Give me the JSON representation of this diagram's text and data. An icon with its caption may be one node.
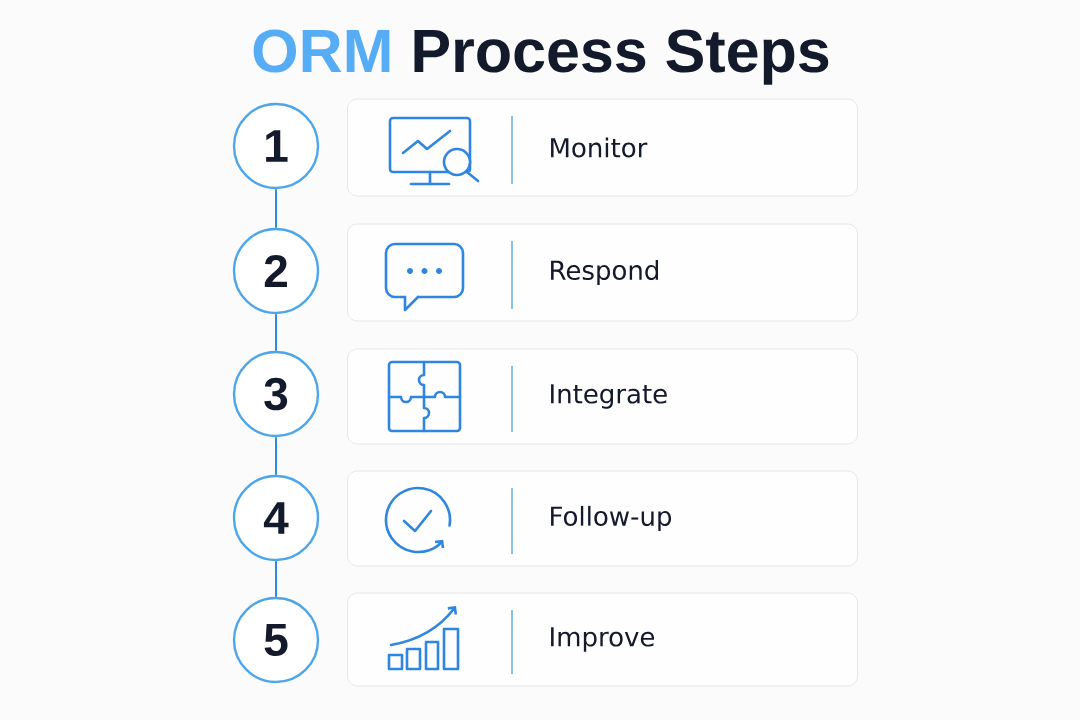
{
  "diagram": {
    "title": "ORM Process Steps",
    "nodes": [
      {
        "text": [
          "1"
        ]
      },
      {
        "text": [
          "Monitor"
        ]
      },
      {
        "text": [
          "2"
        ]
      },
      {
        "text": [
          "Respond"
        ]
      },
      {
        "text": [
          "3"
        ]
      },
      {
        "text": [
          "Integrate"
        ]
      },
      {
        "text": [
          "4"
        ]
      },
      {
        "text": [
          "Follow-up"
        ]
      },
      {
        "text": [
          "5"
        ]
      },
      {
        "text": [
          "Improve"
        ]
      }
    ],
    "edges": [
      {
        "from": 0,
        "to": 2,
        "arrow": "none"
      },
      {
        "from": 2,
        "to": 4,
        "arrow": "none"
      },
      {
        "from": 4,
        "to": 6,
        "arrow": "none"
      },
      {
        "from": 6,
        "to": 8,
        "arrow": "none"
      }
    ]
  }
}
